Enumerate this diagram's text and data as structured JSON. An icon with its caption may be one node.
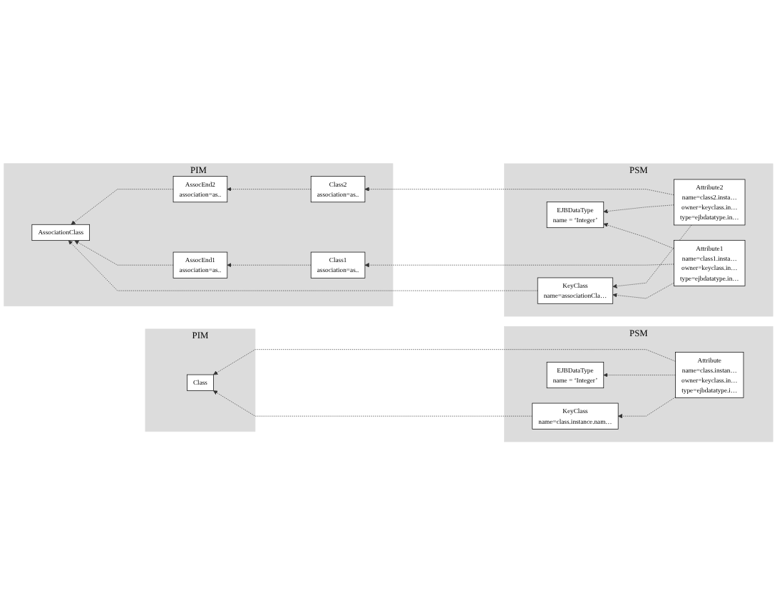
{
  "diagram": {
    "nodes": [
      {
        "text": [
          "PIM"
        ]
      },
      {
        "text": [
          "Class"
        ],
        "in": 0
      },
      {
        "text": [
          "PSM"
        ]
      },
      {
        "text": [
          "KeyClass",
          "name=class.instance.nam…"
        ],
        "in": 2
      },
      {
        "text": [
          "Attribute",
          "name=class.instan…",
          "owner=keyclass.in…",
          "type=ejbdatatype.i…"
        ],
        "in": 2
      },
      {
        "text": [
          "EJBDataType",
          "name = ‘Integer’"
        ],
        "in": 2
      },
      {
        "text": [
          "PIM"
        ]
      },
      {
        "text": [
          "AssociationClass"
        ],
        "in": 6
      },
      {
        "text": [
          "AssocEnd1",
          "association=as.."
        ],
        "in": 6
      },
      {
        "text": [
          "AssocEnd2",
          "association=as.."
        ],
        "in": 6
      },
      {
        "text": [
          "Class1",
          "association=as.."
        ],
        "in": 6
      },
      {
        "text": [
          "Class2",
          "association=as.."
        ],
        "in": 6
      },
      {
        "text": [
          "PSM"
        ]
      },
      {
        "text": [
          "KeyClass",
          "name=associationCla…"
        ],
        "in": 12
      },
      {
        "text": [
          "Attribute1",
          "name=class1.insta…",
          "owner=keyclass.in…",
          "type=ejbdatatype.in…"
        ],
        "in": 12
      },
      {
        "text": [
          "Attribute2",
          "name=class2.insta…",
          "owner=keyclass.in…",
          "type=ejbdatatype.in…"
        ],
        "in": 12
      },
      {
        "text": [
          "EJBDataType",
          "name = ‘Integer’"
        ],
        "in": 12
      }
    ],
    "edges": [
      {
        "from": 3,
        "to": 1,
        "arrow": "to",
        "style": "dashed"
      },
      {
        "from": 4,
        "to": 3,
        "arrow": "to",
        "style": "dashed"
      },
      {
        "from": 4,
        "to": 5,
        "arrow": "to",
        "style": "dashed"
      },
      {
        "from": 4,
        "to": 1,
        "arrow": "to",
        "style": "dashed"
      },
      {
        "from": 13,
        "to": 7,
        "arrow": "to",
        "style": "dashed"
      },
      {
        "from": 8,
        "to": 7,
        "arrow": "to",
        "style": "dashed"
      },
      {
        "from": 9,
        "to": 7,
        "arrow": "to",
        "style": "dashed"
      },
      {
        "from": 10,
        "to": 8,
        "arrow": "to",
        "style": "dashed"
      },
      {
        "from": 11,
        "to": 9,
        "arrow": "to",
        "style": "dashed"
      },
      {
        "from": 14,
        "to": 13,
        "arrow": "to",
        "style": "dashed"
      },
      {
        "from": 15,
        "to": 13,
        "arrow": "to",
        "style": "dashed"
      },
      {
        "from": 14,
        "to": 16,
        "arrow": "to",
        "style": "dashed"
      },
      {
        "from": 15,
        "to": 16,
        "arrow": "to",
        "style": "dashed"
      },
      {
        "from": 14,
        "to": 10,
        "arrow": "to",
        "style": "dashed"
      },
      {
        "from": 15,
        "to": 11,
        "arrow": "to",
        "style": "dashed"
      }
    ]
  }
}
